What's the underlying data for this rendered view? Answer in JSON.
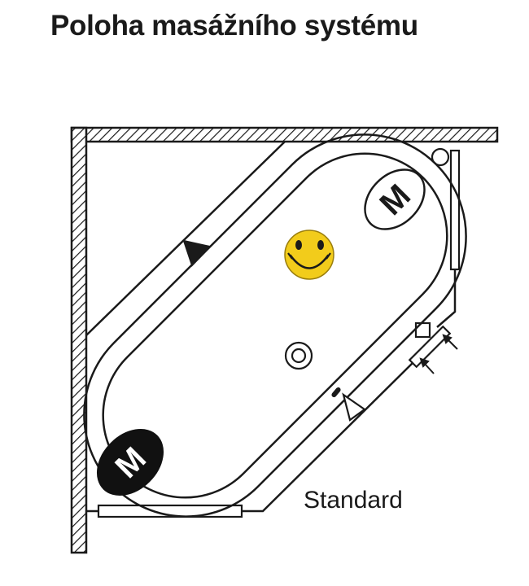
{
  "title": "Poloha masážního systému",
  "variant_label": "Standard",
  "motor_label": "M",
  "icons": {
    "smiley": "smiley-face-icon",
    "drain": "drain-icon",
    "motor": "massage-motor-icon",
    "flow_direction": "triangle-arrow-icon"
  },
  "colors": {
    "line": "#1a1a1a",
    "smiley_fill": "#f2cc1b",
    "motor_dark": "#111111"
  }
}
